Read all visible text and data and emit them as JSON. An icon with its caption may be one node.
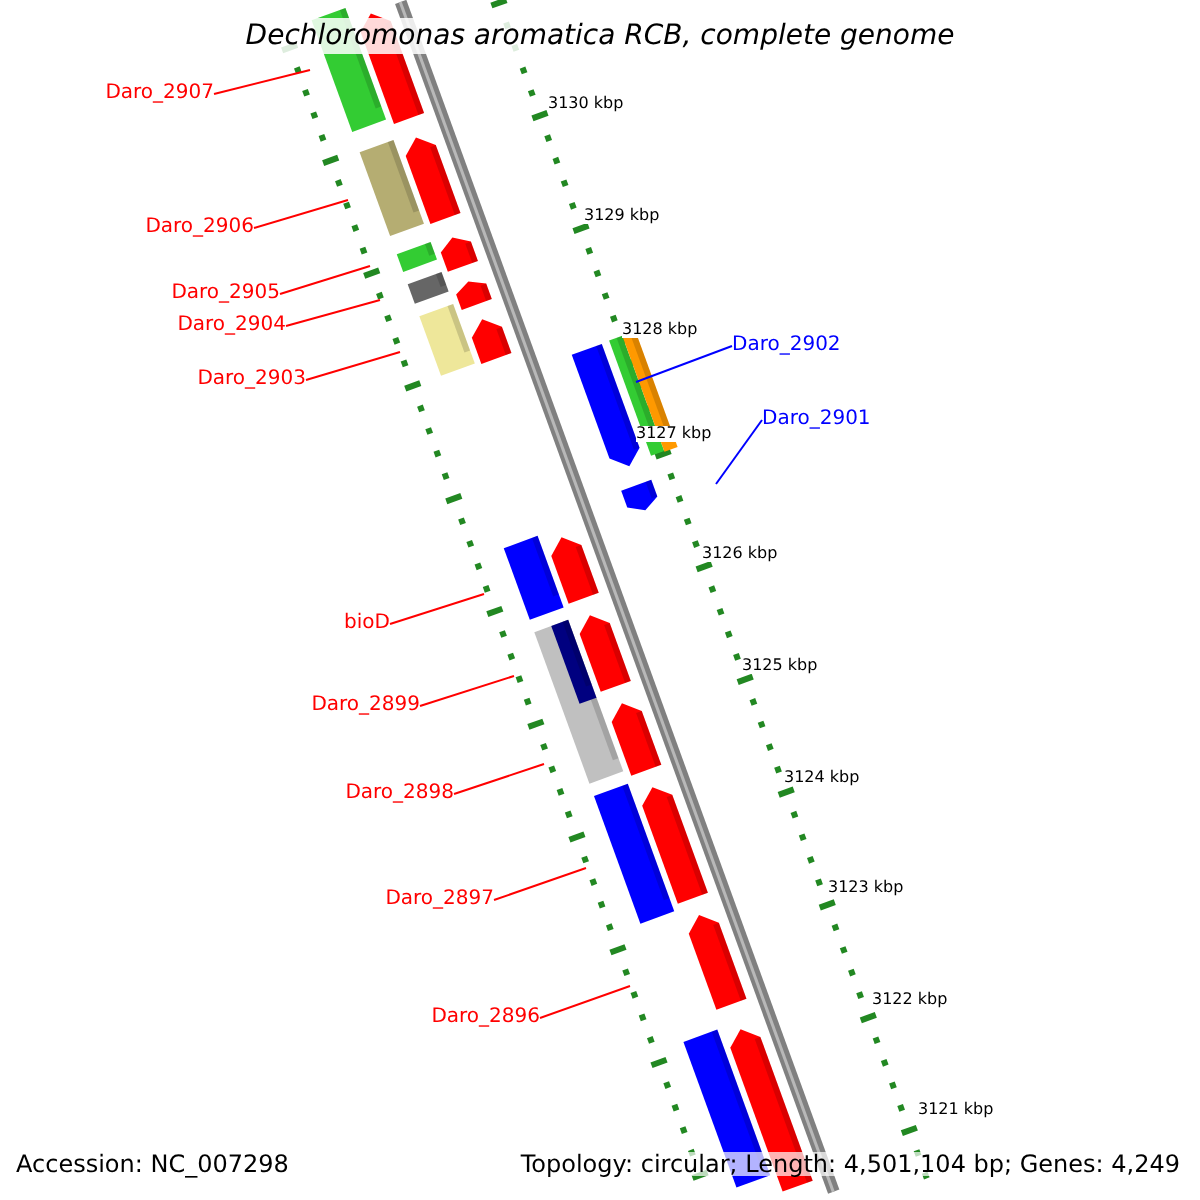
{
  "diagram": {
    "title": "Dechloromonas aromatica RCB, complete genome",
    "nodes": [
      {
        "text": [
          "Daro_2907"
        ]
      },
      {
        "text": [
          "Daro_2906"
        ]
      },
      {
        "text": [
          "Daro_2905"
        ]
      },
      {
        "text": [
          "Daro_2904"
        ]
      },
      {
        "text": [
          "Daro_2903"
        ]
      },
      {
        "text": [
          "Daro_2902"
        ]
      },
      {
        "text": [
          "Daro_2901"
        ]
      },
      {
        "text": [
          "bioD"
        ]
      },
      {
        "text": [
          "Daro_2899"
        ]
      },
      {
        "text": [
          "Daro_2898"
        ]
      },
      {
        "text": [
          "Daro_2897"
        ]
      },
      {
        "text": [
          "Daro_2896"
        ]
      }
    ],
    "edges": [
      {
        "from": 0,
        "to": null,
        "arrow": "none"
      },
      {
        "from": 1,
        "to": null,
        "arrow": "none"
      },
      {
        "from": 2,
        "to": null,
        "arrow": "none"
      },
      {
        "from": 3,
        "to": null,
        "arrow": "none"
      },
      {
        "from": 4,
        "to": null,
        "arrow": "none"
      },
      {
        "from": 5,
        "to": null,
        "arrow": "none",
        "color": "#0000ff"
      },
      {
        "from": 6,
        "to": null,
        "arrow": "none",
        "color": "#0000ff"
      },
      {
        "from": 7,
        "to": null,
        "arrow": "none"
      },
      {
        "from": 8,
        "to": null,
        "arrow": "none"
      },
      {
        "from": 9,
        "to": null,
        "arrow": "none"
      },
      {
        "from": 10,
        "to": null,
        "arrow": "none"
      },
      {
        "from": 11,
        "to": null,
        "arrow": "none"
      }
    ],
    "labels": [
      "3130 kbp",
      "3129 kbp",
      "3128 kbp",
      "3127 kbp",
      "3126 kbp",
      "3125 kbp",
      "3124 kbp",
      "3123 kbp",
      "3122 kbp",
      "3121 kbp",
      "Accession: NC_007298",
      "Topology: circular; Length: 4,501,104 bp; Genes: 4,249"
    ]
  }
}
